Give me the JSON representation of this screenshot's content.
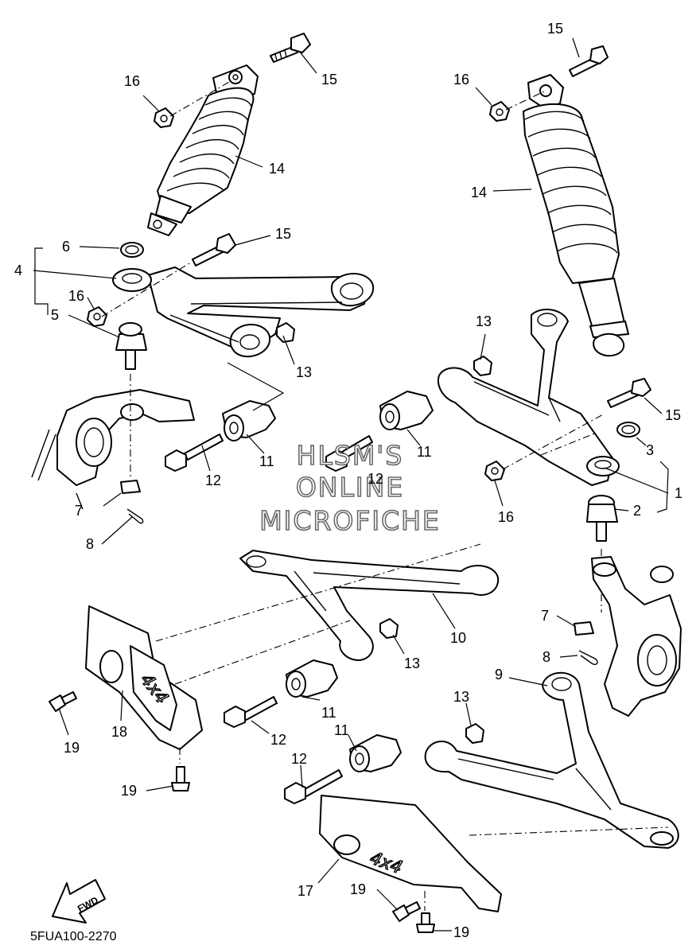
{
  "drawing_code": "5FUA100-2270",
  "fwd_label": "FWD",
  "decal_text": "4x4",
  "watermark": [
    "HLSM'S",
    "ONLINE",
    "MICROFICHE"
  ],
  "callouts": [
    {
      "ref": "15",
      "part": "bolt"
    },
    {
      "ref": "16",
      "part": "nut"
    },
    {
      "ref": "14",
      "part": "shock-absorber"
    },
    {
      "ref": "15",
      "part": "bolt"
    },
    {
      "ref": "6",
      "part": "circlip"
    },
    {
      "ref": "4",
      "part": "boot"
    },
    {
      "ref": "16",
      "part": "nut"
    },
    {
      "ref": "5",
      "part": "ball-joint"
    },
    {
      "ref": "13",
      "part": "nut"
    },
    {
      "ref": "11",
      "part": "bushing"
    },
    {
      "ref": "12",
      "part": "bolt"
    },
    {
      "ref": "7",
      "part": "nut"
    },
    {
      "ref": "8",
      "part": "cotter-pin"
    },
    {
      "ref": "15",
      "part": "bolt"
    },
    {
      "ref": "16",
      "part": "nut"
    },
    {
      "ref": "14",
      "part": "shock-absorber"
    },
    {
      "ref": "13",
      "part": "nut"
    },
    {
      "ref": "11",
      "part": "bushing"
    },
    {
      "ref": "12",
      "part": "bolt"
    },
    {
      "ref": "15",
      "part": "bolt"
    },
    {
      "ref": "3",
      "part": "circlip"
    },
    {
      "ref": "1",
      "part": "upper-arm"
    },
    {
      "ref": "2",
      "part": "ball-joint"
    },
    {
      "ref": "16",
      "part": "nut"
    },
    {
      "ref": "10",
      "part": "upper-arm"
    },
    {
      "ref": "13",
      "part": "nut"
    },
    {
      "ref": "11",
      "part": "bushing"
    },
    {
      "ref": "12",
      "part": "bolt"
    },
    {
      "ref": "18",
      "part": "guard"
    },
    {
      "ref": "19",
      "part": "bolt"
    },
    {
      "ref": "19",
      "part": "bolt"
    },
    {
      "ref": "7",
      "part": "nut"
    },
    {
      "ref": "8",
      "part": "cotter-pin"
    },
    {
      "ref": "9",
      "part": "lower-arm"
    },
    {
      "ref": "13",
      "part": "nut"
    },
    {
      "ref": "11",
      "part": "bushing"
    },
    {
      "ref": "12",
      "part": "bolt"
    },
    {
      "ref": "17",
      "part": "guard"
    },
    {
      "ref": "19",
      "part": "bolt"
    },
    {
      "ref": "19",
      "part": "bolt"
    }
  ]
}
